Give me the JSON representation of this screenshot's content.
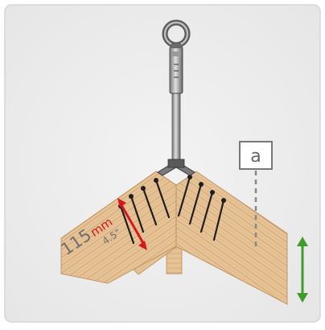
{
  "labels": {
    "box_letter": "a",
    "length_value": "115",
    "length_unit": "mm",
    "length_imperial": "4.5\""
  },
  "colors": {
    "panel_bg": "#eeeeee",
    "panel_border": "#d6d6d6",
    "wood": "#e6c396",
    "wood_grain": "#c89a66",
    "red_arrow": "#d1191f",
    "green_arrow": "#3f9b2e",
    "label_text": "#666666",
    "box_stroke": "#777777",
    "dashed_line": "#888888",
    "metal_dark": "#4a4a4a",
    "metal_light": "#c9c9c9"
  },
  "icons": {
    "anchor": "eye-bolt-anchor-icon",
    "screws": "screw-icon",
    "length_arrow": "double-headed-arrow-icon",
    "height_arrow": "vertical-double-arrow-icon"
  }
}
